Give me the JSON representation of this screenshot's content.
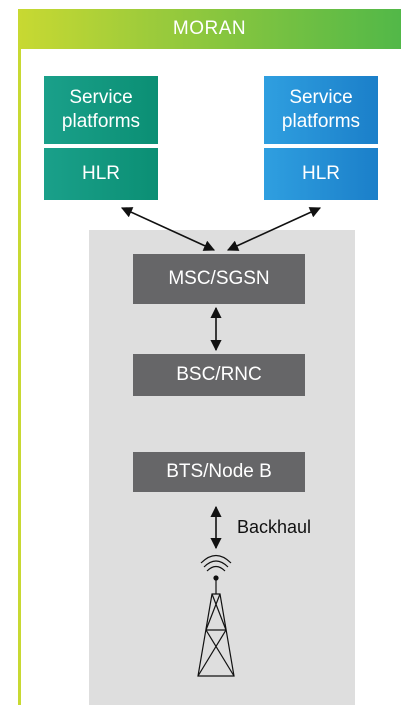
{
  "header": {
    "title": "MORAN"
  },
  "left_column": {
    "service_platforms": "Service platforms",
    "hlr": "HLR",
    "color": "#0b8f74"
  },
  "right_column": {
    "service_platforms": "Service platforms",
    "hlr": "HLR",
    "color": "#1b7fc9"
  },
  "core": {
    "msc_sgsn": "MSC/SGSN",
    "bsc_rnc": "BSC/RNC",
    "bts_nodeb": "BTS/Node B"
  },
  "links": {
    "backhaul": "Backhaul"
  },
  "colors": {
    "header_gradient_start": "#c8d932",
    "header_gradient_end": "#52b848",
    "panel": "#dedede",
    "node": "#666668"
  }
}
